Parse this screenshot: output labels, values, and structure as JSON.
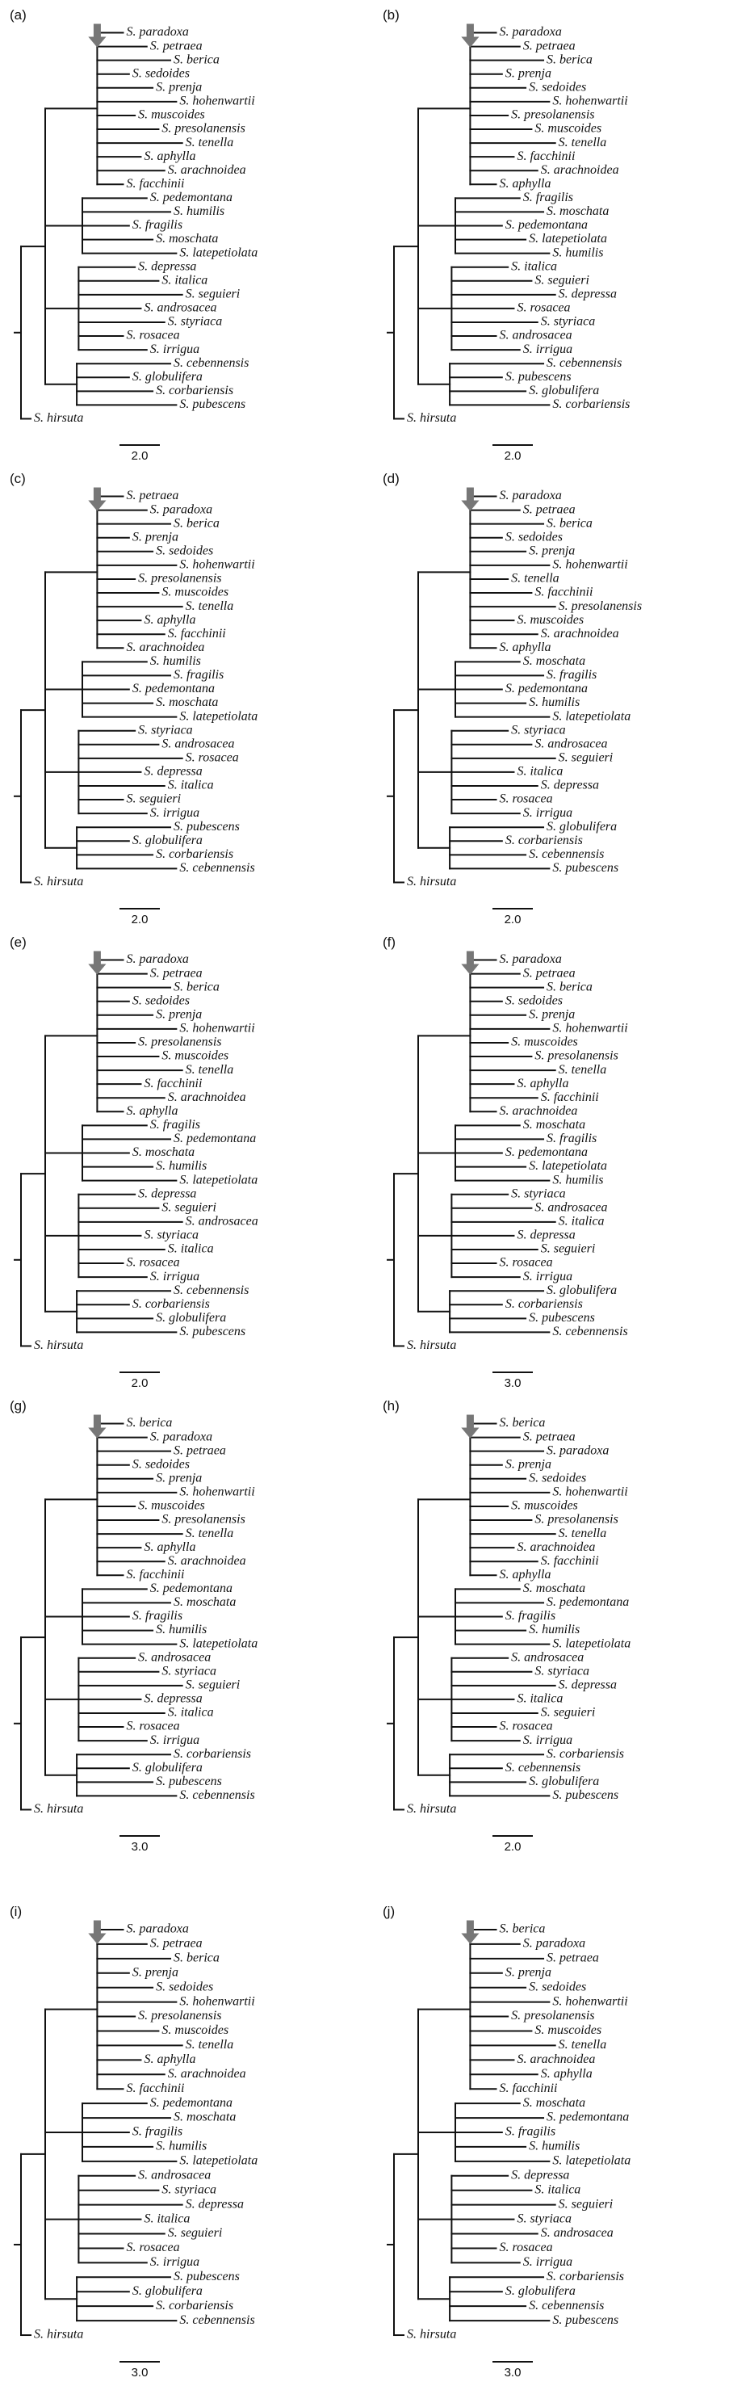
{
  "figure": {
    "panels": [
      {
        "label": "(a)",
        "scale_label": "2.0",
        "leaves": [
          "S. paradoxa",
          "S. petraea",
          "S. berica",
          "S. sedoides",
          "S. prenja",
          "S. hohenwartii",
          "S. muscoides",
          "S. presolanensis",
          "S. tenella",
          "S. aphylla",
          "S. arachnoidea",
          "S. facchinii",
          "S. pedemontana",
          "S. humilis",
          "S. fragilis",
          "S. moschata",
          "S. latepetiolata",
          "S. depressa",
          "S. italica",
          "S. seguieri",
          "S. androsacea",
          "S. styriaca",
          "S. rosacea",
          "S. irrigua",
          "S. cebennensis",
          "S. globulifera",
          "S. corbariensis",
          "S. pubescens",
          "S. hirsuta"
        ]
      },
      {
        "label": "(b)",
        "scale_label": "2.0",
        "leaves": [
          "S. paradoxa",
          "S. petraea",
          "S. berica",
          "S. prenja",
          "S. sedoides",
          "S. hohenwartii",
          "S. presolanensis",
          "S. muscoides",
          "S. tenella",
          "S. facchinii",
          "S. arachnoidea",
          "S. aphylla",
          "S. fragilis",
          "S. moschata",
          "S. pedemontana",
          "S. latepetiolata",
          "S. humilis",
          "S. italica",
          "S. seguieri",
          "S. depressa",
          "S. rosacea",
          "S. styriaca",
          "S. androsacea",
          "S. irrigua",
          "S. cebennensis",
          "S. pubescens",
          "S. globulifera",
          "S. corbariensis",
          "S. hirsuta"
        ]
      },
      {
        "label": "(c)",
        "scale_label": "2.0",
        "leaves": [
          "S. petraea",
          "S. paradoxa",
          "S. berica",
          "S. prenja",
          "S. sedoides",
          "S. hohenwartii",
          "S. presolanensis",
          "S. muscoides",
          "S. tenella",
          "S. aphylla",
          "S. facchinii",
          "S. arachnoidea",
          "S. humilis",
          "S. fragilis",
          "S. pedemontana",
          "S. moschata",
          "S. latepetiolata",
          "S. styriaca",
          "S. androsacea",
          "S. rosacea",
          "S. depressa",
          "S. italica",
          "S. seguieri",
          "S. irrigua",
          "S. pubescens",
          "S. globulifera",
          "S. corbariensis",
          "S. cebennensis",
          "S. hirsuta"
        ]
      },
      {
        "label": "(d)",
        "scale_label": "2.0",
        "leaves": [
          "S. paradoxa",
          "S. petraea",
          "S. berica",
          "S. sedoides",
          "S. prenja",
          "S. hohenwartii",
          "S. tenella",
          "S. facchinii",
          "S. presolanensis",
          "S. muscoides",
          "S. arachnoidea",
          "S. aphylla",
          "S. moschata",
          "S. fragilis",
          "S. pedemontana",
          "S. humilis",
          "S. latepetiolata",
          "S. styriaca",
          "S. androsacea",
          "S. seguieri",
          "S. italica",
          "S. depressa",
          "S. rosacea",
          "S. irrigua",
          "S. globulifera",
          "S. corbariensis",
          "S. cebennensis",
          "S. pubescens",
          "S. hirsuta"
        ]
      },
      {
        "label": "(e)",
        "scale_label": "2.0",
        "leaves": [
          "S. paradoxa",
          "S. petraea",
          "S. berica",
          "S. sedoides",
          "S. prenja",
          "S. hohenwartii",
          "S. presolanensis",
          "S. muscoides",
          "S. tenella",
          "S. facchinii",
          "S. arachnoidea",
          "S. aphylla",
          "S. fragilis",
          "S. pedemontana",
          "S. moschata",
          "S. humilis",
          "S. latepetiolata",
          "S. depressa",
          "S. seguieri",
          "S. androsacea",
          "S. styriaca",
          "S. italica",
          "S. rosacea",
          "S. irrigua",
          "S. cebennensis",
          "S. corbariensis",
          "S. globulifera",
          "S. pubescens",
          "S. hirsuta"
        ]
      },
      {
        "label": "(f)",
        "scale_label": "3.0",
        "leaves": [
          "S. paradoxa",
          "S. petraea",
          "S. berica",
          "S. sedoides",
          "S. prenja",
          "S. hohenwartii",
          "S. muscoides",
          "S. presolanensis",
          "S. tenella",
          "S. aphylla",
          "S. facchinii",
          "S. arachnoidea",
          "S. moschata",
          "S. fragilis",
          "S. pedemontana",
          "S. latepetiolata",
          "S. humilis",
          "S. styriaca",
          "S. androsacea",
          "S. italica",
          "S. depressa",
          "S. seguieri",
          "S. rosacea",
          "S. irrigua",
          "S. globulifera",
          "S. corbariensis",
          "S. pubescens",
          "S. cebennensis",
          "S. hirsuta"
        ]
      },
      {
        "label": "(g)",
        "scale_label": "3.0",
        "leaves": [
          "S. berica",
          "S. paradoxa",
          "S. petraea",
          "S. sedoides",
          "S. prenja",
          "S. hohenwartii",
          "S. muscoides",
          "S. presolanensis",
          "S. tenella",
          "S. aphylla",
          "S. arachnoidea",
          "S. facchinii",
          "S. pedemontana",
          "S. moschata",
          "S. fragilis",
          "S. humilis",
          "S. latepetiolata",
          "S. androsacea",
          "S. styriaca",
          "S. seguieri",
          "S. depressa",
          "S. italica",
          "S. rosacea",
          "S. irrigua",
          "S. corbariensis",
          "S. globulifera",
          "S. pubescens",
          "S. cebennensis",
          "S. hirsuta"
        ]
      },
      {
        "label": "(h)",
        "scale_label": "2.0",
        "leaves": [
          "S. berica",
          "S. petraea",
          "S. paradoxa",
          "S. prenja",
          "S. sedoides",
          "S. hohenwartii",
          "S. muscoides",
          "S. presolanensis",
          "S. tenella",
          "S. arachnoidea",
          "S. facchinii",
          "S. aphylla",
          "S. moschata",
          "S. pedemontana",
          "S. fragilis",
          "S. humilis",
          "S. latepetiolata",
          "S. androsacea",
          "S. styriaca",
          "S. depressa",
          "S. italica",
          "S. seguieri",
          "S. rosacea",
          "S. irrigua",
          "S. corbariensis",
          "S. cebennensis",
          "S. globulifera",
          "S. pubescens",
          "S. hirsuta"
        ]
      },
      {
        "label": "(i)",
        "scale_label": "3.0",
        "leaves": [
          "S. paradoxa",
          "S. petraea",
          "S. berica",
          "S. prenja",
          "S. sedoides",
          "S. hohenwartii",
          "S. presolanensis",
          "S. muscoides",
          "S. tenella",
          "S. aphylla",
          "S. arachnoidea",
          "S. facchinii",
          "S. pedemontana",
          "S. moschata",
          "S. fragilis",
          "S. humilis",
          "S. latepetiolata",
          "S. androsacea",
          "S. styriaca",
          "S. depressa",
          "S. italica",
          "S. seguieri",
          "S. rosacea",
          "S. irrigua",
          "S. pubescens",
          "S. globulifera",
          "S. corbariensis",
          "S. cebennensis",
          "S. hirsuta"
        ]
      },
      {
        "label": "(j)",
        "scale_label": "3.0",
        "leaves": [
          "S. berica",
          "S. paradoxa",
          "S. petraea",
          "S. prenja",
          "S. sedoides",
          "S. hohenwartii",
          "S. presolanensis",
          "S. muscoides",
          "S. tenella",
          "S. arachnoidea",
          "S. aphylla",
          "S. facchinii",
          "S. moschata",
          "S. pedemontana",
          "S. fragilis",
          "S. humilis",
          "S. latepetiolata",
          "S. depressa",
          "S. italica",
          "S. seguieri",
          "S. styriaca",
          "S. androsacea",
          "S. rosacea",
          "S. irrigua",
          "S. corbariensis",
          "S. globulifera",
          "S. cebennensis",
          "S. pubescens",
          "S. hirsuta"
        ]
      }
    ]
  }
}
